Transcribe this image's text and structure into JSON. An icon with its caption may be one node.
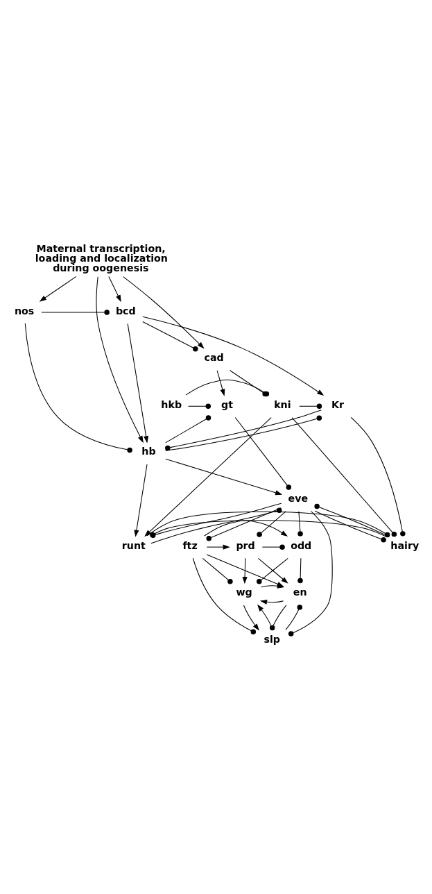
{
  "diagram": {
    "nodes": [
      {
        "text": [
          "Maternal transcription, loading and localization during oogenesis"
        ]
      },
      {
        "text": [
          "bcd"
        ]
      },
      {
        "text": [
          "nos"
        ]
      },
      {
        "text": [
          "cad"
        ]
      },
      {
        "text": [
          "hb"
        ]
      },
      {
        "text": [
          "Kr"
        ]
      },
      {
        "text": [
          "gt"
        ]
      },
      {
        "text": [
          "kni"
        ]
      },
      {
        "text": [
          "hkb"
        ]
      },
      {
        "text": [
          "hairy"
        ]
      },
      {
        "text": [
          "runt"
        ]
      },
      {
        "text": [
          "eve"
        ]
      },
      {
        "text": [
          "prd"
        ]
      },
      {
        "text": [
          "ftz"
        ]
      },
      {
        "text": [
          "odd"
        ]
      },
      {
        "text": [
          "slp"
        ]
      },
      {
        "text": [
          "wg"
        ]
      },
      {
        "text": [
          "en"
        ]
      }
    ],
    "edges": [
      {
        "from": 0,
        "to": 1,
        "arrow": "to"
      },
      {
        "from": 0,
        "to": 4,
        "arrow": "to"
      },
      {
        "from": 0,
        "to": 2,
        "arrow": "to"
      },
      {
        "from": 0,
        "to": 3,
        "arrow": "to"
      },
      {
        "from": 2,
        "to": 1,
        "arrow": "other"
      },
      {
        "from": 1,
        "to": 3,
        "arrow": "other"
      },
      {
        "from": 2,
        "to": 4,
        "arrow": "other"
      },
      {
        "from": 1,
        "to": 4,
        "arrow": "to"
      },
      {
        "from": 1,
        "to": 5,
        "arrow": "to"
      },
      {
        "from": 3,
        "to": 6,
        "arrow": "to"
      },
      {
        "from": 3,
        "to": 7,
        "arrow": "other"
      },
      {
        "from": 4,
        "to": 5,
        "arrow": "other"
      },
      {
        "from": 5,
        "to": 4,
        "arrow": "other"
      },
      {
        "from": 4,
        "to": 6,
        "arrow": "other"
      },
      {
        "from": 4,
        "to": 10,
        "arrow": "to"
      },
      {
        "from": 4,
        "to": 11,
        "arrow": "to"
      },
      {
        "from": 8,
        "to": 7,
        "arrow": "other"
      },
      {
        "from": 7,
        "to": 5,
        "arrow": "other"
      },
      {
        "from": 8,
        "to": 6,
        "arrow": "other"
      },
      {
        "from": 6,
        "to": 11,
        "arrow": "other"
      },
      {
        "from": 5,
        "to": 9,
        "arrow": "other"
      },
      {
        "from": 7,
        "to": 9,
        "arrow": "other"
      },
      {
        "from": 7,
        "to": 10,
        "arrow": "to"
      },
      {
        "from": 9,
        "to": 10,
        "arrow": "other"
      },
      {
        "from": 9,
        "to": 11,
        "arrow": "other"
      },
      {
        "from": 10,
        "to": 11,
        "arrow": "other"
      },
      {
        "from": 11,
        "to": 9,
        "arrow": "other"
      },
      {
        "from": 10,
        "to": 9,
        "arrow": "other"
      },
      {
        "from": 11,
        "to": 10,
        "arrow": "other"
      },
      {
        "from": 11,
        "to": 12,
        "arrow": "other"
      },
      {
        "from": 11,
        "to": 15,
        "arrow": "other"
      },
      {
        "from": 11,
        "to": 14,
        "arrow": "other"
      },
      {
        "from": 11,
        "to": 13,
        "arrow": "other"
      },
      {
        "from": 12,
        "to": 14,
        "arrow": "other"
      },
      {
        "from": 13,
        "to": 12,
        "arrow": "to"
      },
      {
        "from": 13,
        "to": 14,
        "arrow": "to"
      },
      {
        "from": 12,
        "to": 16,
        "arrow": "to"
      },
      {
        "from": 12,
        "to": 17,
        "arrow": "to"
      },
      {
        "from": 14,
        "to": 16,
        "arrow": "other"
      },
      {
        "from": 14,
        "to": 17,
        "arrow": "other"
      },
      {
        "from": 13,
        "to": 16,
        "arrow": "other"
      },
      {
        "from": 13,
        "to": 15,
        "arrow": "other"
      },
      {
        "from": 13,
        "to": 17,
        "arrow": "to"
      },
      {
        "from": 15,
        "to": 16,
        "arrow": "to"
      },
      {
        "from": 15,
        "to": 17,
        "arrow": "other"
      },
      {
        "from": 17,
        "to": 16,
        "arrow": "to"
      },
      {
        "from": 16,
        "to": 15,
        "arrow": "to"
      },
      {
        "from": 17,
        "to": 15,
        "arrow": "other"
      },
      {
        "from": 16,
        "to": 17,
        "arrow": "to"
      }
    ]
  }
}
